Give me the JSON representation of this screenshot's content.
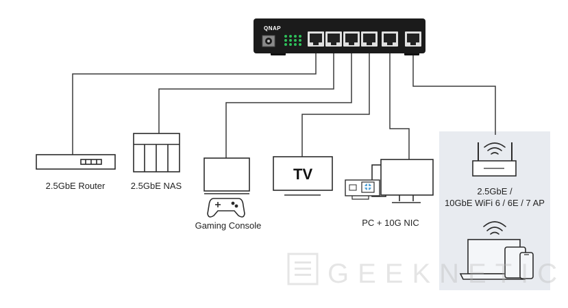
{
  "switch": {
    "brand": "QNAP"
  },
  "devices": {
    "router": {
      "label": "2.5GbE Router"
    },
    "nas": {
      "label": "2.5GbE NAS"
    },
    "console": {
      "label": "Gaming Console"
    },
    "tv": {
      "label": "TV",
      "screen_text": "TV"
    },
    "pc": {
      "label": "PC + 10G NIC"
    },
    "ap": {
      "label_line1": "2.5GbE /",
      "label_line2": "10GbE WiFi 6 / 6E / 7 AP"
    }
  },
  "watermark": {
    "text": "GEEKNETIC"
  },
  "colors": {
    "switch_body": "#1b1b1b",
    "led": "#2ec05a",
    "panel_bg": "#e8ebf0",
    "line": "#3a3a3a",
    "device_stroke": "#2a2a2a"
  }
}
